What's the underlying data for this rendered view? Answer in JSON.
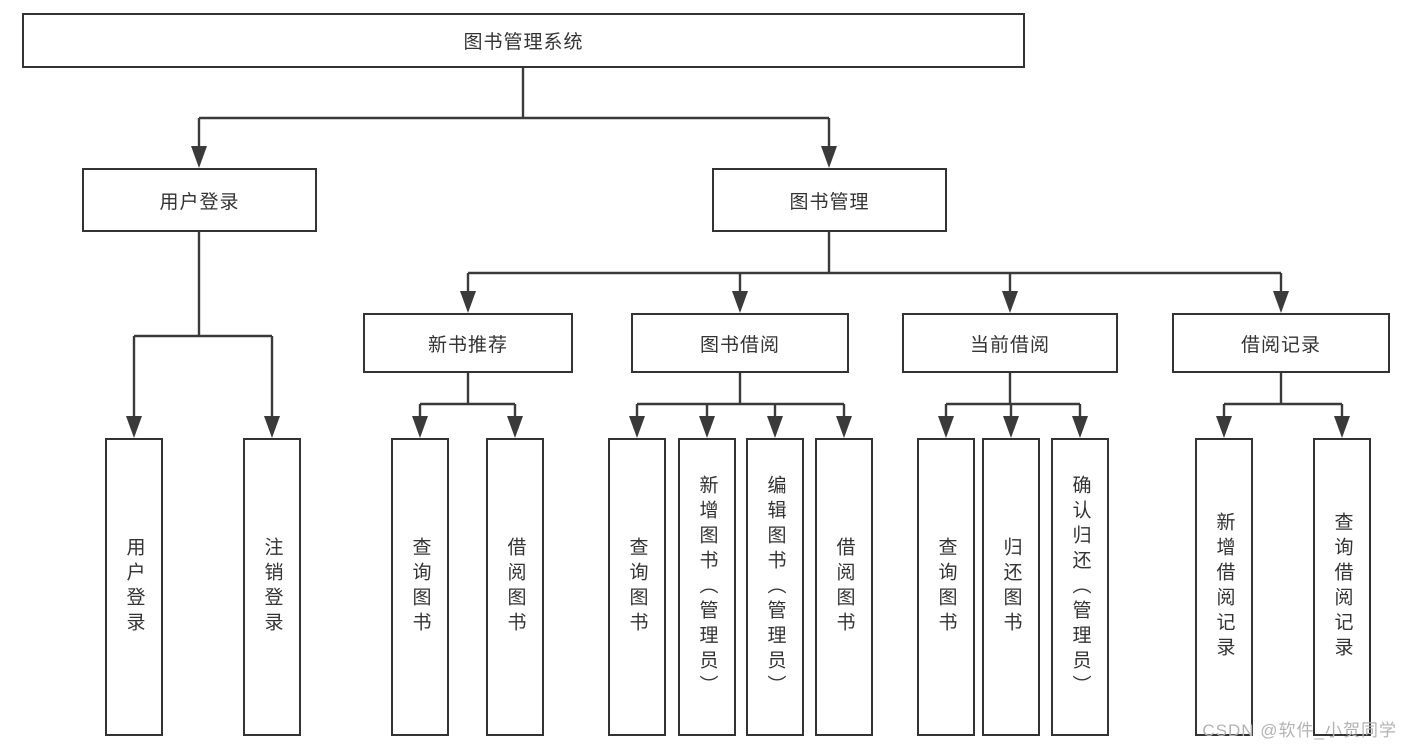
{
  "diagram": {
    "type": "hierarchy-tree",
    "tree": {
      "root": {
        "label": "图书管理系统"
      },
      "level1": [
        {
          "label": "用户登录"
        },
        {
          "label": "图书管理"
        }
      ],
      "level2": [
        {
          "label": "新书推荐"
        },
        {
          "label": "图书借阅"
        },
        {
          "label": "当前借阅"
        },
        {
          "label": "借阅记录"
        }
      ],
      "leaves": {
        "login": [
          "用户登录",
          "注销登录"
        ],
        "recommend": [
          "查询图书",
          "借阅图书"
        ],
        "borrow": [
          "查询图书",
          "新增图书（管理员）",
          "编辑图书（管理员）",
          "借阅图书"
        ],
        "current": [
          "查询图书",
          "归还图书",
          "确认归还（管理员）"
        ],
        "records": [
          "新增借阅记录",
          "查询借阅记录"
        ]
      }
    }
  },
  "watermark": {
    "text": "CSDN @软件_小贺同学"
  },
  "colors": {
    "line": "#3a3a3a",
    "box_border": "#333333",
    "text": "#333333",
    "watermark": "#b3b3b3",
    "background": "#ffffff"
  }
}
